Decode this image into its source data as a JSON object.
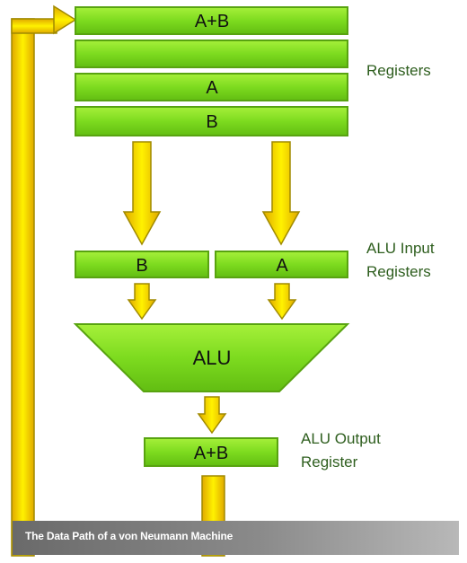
{
  "registers": {
    "row1": "A+B",
    "row2": "",
    "row3": "A",
    "row4": "B",
    "side_label": "Registers"
  },
  "alu_input": {
    "left": "B",
    "right": "A",
    "label_line1": "ALU Input",
    "label_line2": "Registers"
  },
  "alu": {
    "label": "ALU"
  },
  "alu_output": {
    "value": "A+B",
    "label_line1": "ALU Output",
    "label_line2": "Register"
  },
  "caption": "The Data Path of a von  Neumann Machine",
  "colors": {
    "register_fill": "#7ddb1f",
    "register_stroke": "#58a310",
    "arrow_fill": "#ffd700",
    "arrow_stroke": "#a08a00",
    "label_color": "#2e5e1e"
  }
}
